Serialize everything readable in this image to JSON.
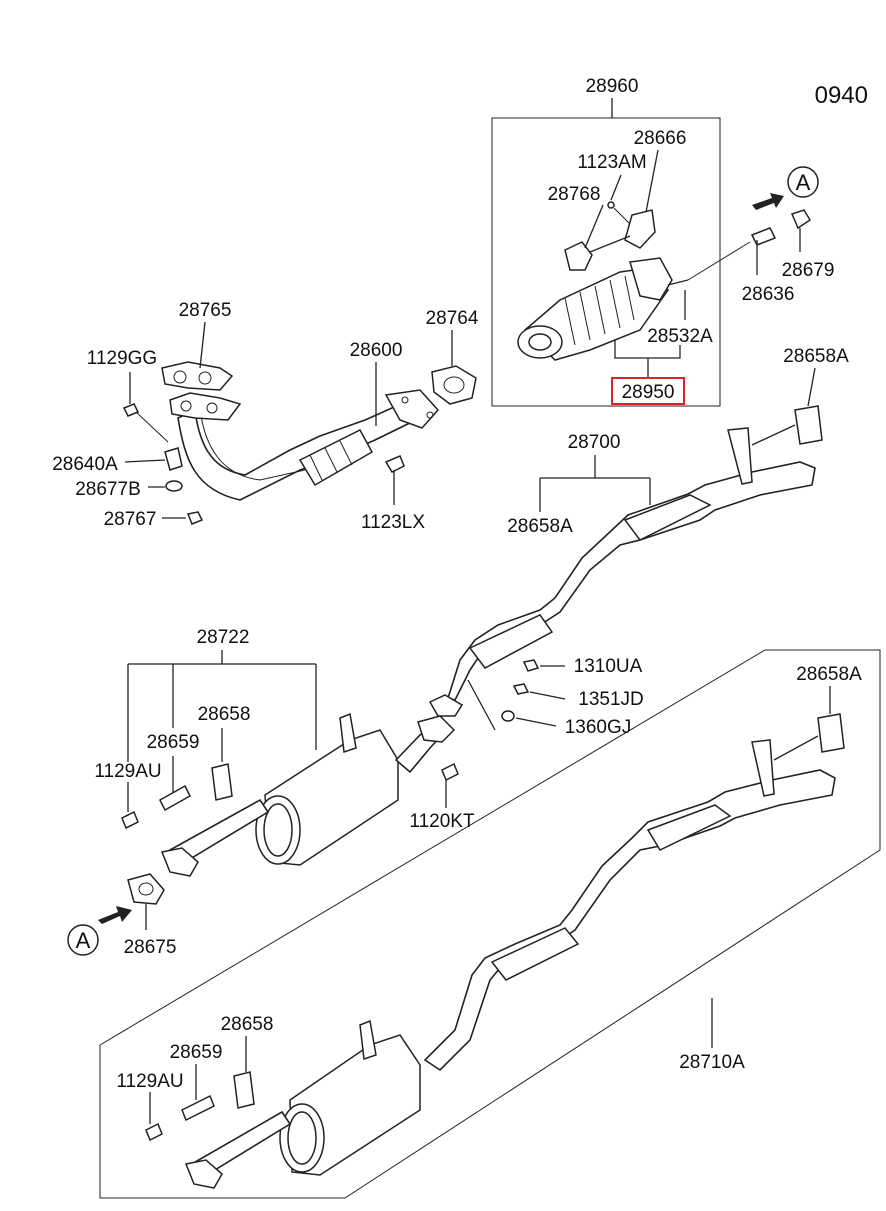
{
  "diagram_code": "0940",
  "callouts": {
    "a_top": "A",
    "a_bottom": "A"
  },
  "labels": {
    "l28960": "28960",
    "l28666": "28666",
    "l1123AM": "1123AM",
    "l28768": "28768",
    "l28532A": "28532A",
    "l28950": "28950",
    "l28679": "28679",
    "l28636": "28636",
    "l28765": "28765",
    "l1129GG": "1129GG",
    "l28640A": "28640A",
    "l28677B": "28677B",
    "l28767": "28767",
    "l28600": "28600",
    "l28764": "28764",
    "l1123LX": "1123LX",
    "l28658A_1": "28658A",
    "l28700": "28700",
    "l28658A_2": "28658A",
    "l1310UA": "1310UA",
    "l1351JD": "1351JD",
    "l1360GJ": "1360GJ",
    "l28722": "28722",
    "l28658_1": "28658",
    "l28659_1": "28659",
    "l1129AU_1": "1129AU",
    "l1120KT": "1120KT",
    "l28675": "28675",
    "l28658A_3": "28658A",
    "l28658_2": "28658",
    "l28659_2": "28659",
    "l1129AU_2": "1129AU",
    "l28710A": "28710A"
  },
  "highlight": {
    "part": "28950",
    "color": "#e0202a"
  }
}
